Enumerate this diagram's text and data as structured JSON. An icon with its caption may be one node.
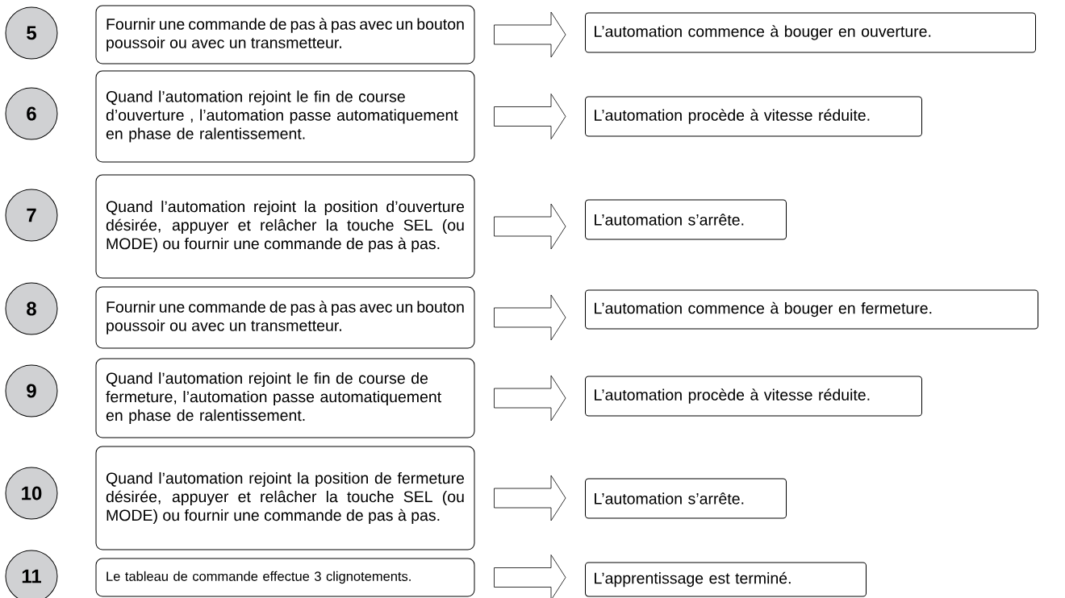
{
  "diagram": {
    "nodes": [
      {
        "text": [
          "5"
        ]
      },
      {
        "text": [
          "Fournir une commande de pas à pas avec un bouton poussoir ou avec un transmetteur."
        ]
      },
      {
        "text": [
          "L’automation commence à bouger en ouverture."
        ]
      },
      {
        "text": [
          "6"
        ]
      },
      {
        "text": [
          "Quand l’automation rejoint le fin de course d’ouverture , l’automation passe automatiquement en phase de ralentissement."
        ]
      },
      {
        "text": [
          "L’automation procède à vitesse réduite."
        ]
      },
      {
        "text": [
          "7"
        ]
      },
      {
        "text": [
          "Quand l’automation rejoint la position d’ouverture désirée, appuyer et relâcher la touche SEL (ou MODE) ou fournir une commande de pas à pas."
        ]
      },
      {
        "text": [
          "L’automation s’arrête."
        ]
      },
      {
        "text": [
          "8"
        ]
      },
      {
        "text": [
          "Fournir une commande de pas à pas avec un bouton poussoir ou avec un transmetteur."
        ]
      },
      {
        "text": [
          "L’automation commence à bouger en fermeture."
        ]
      },
      {
        "text": [
          "9"
        ]
      },
      {
        "text": [
          "Quand l’automation rejoint le fin de course de fermeture, l’automation passe automatiquement en phase de ralentissement."
        ]
      },
      {
        "text": [
          "L’automation procède à vitesse réduite."
        ]
      },
      {
        "text": [
          "10"
        ]
      },
      {
        "text": [
          "Quand l’automation rejoint la position de fermeture désirée, appuyer et relâcher la touche SEL (ou MODE) ou fournir une commande de pas à pas."
        ]
      },
      {
        "text": [
          "L’automation s’arrête."
        ]
      },
      {
        "text": [
          "11"
        ]
      },
      {
        "text": [
          "Le tableau de commande effectue 3 clignotements."
        ]
      },
      {
        "text": [
          "L’apprentissage est terminé."
        ]
      }
    ],
    "edges": [
      {
        "from": 1,
        "to": 2,
        "arrow": "to"
      },
      {
        "from": 4,
        "to": 5,
        "arrow": "to"
      },
      {
        "from": 7,
        "to": 8,
        "arrow": "to"
      },
      {
        "from": 10,
        "to": 11,
        "arrow": "to"
      },
      {
        "from": 13,
        "to": 14,
        "arrow": "to"
      },
      {
        "from": 16,
        "to": 17,
        "arrow": "to"
      },
      {
        "from": 19,
        "to": 20,
        "arrow": "to"
      }
    ]
  }
}
